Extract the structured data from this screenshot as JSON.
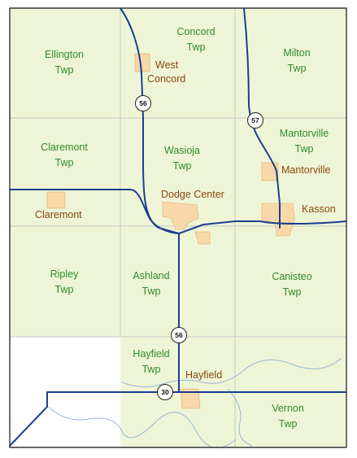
{
  "colors": {
    "township_fill": "#eef5d6",
    "grid_line": "#c8c8c8",
    "border": "#333333",
    "road": "#1a3f8f",
    "river": "#9ab4d8",
    "city_fill": "#f8d8a8",
    "township_text": "#2e8b2e",
    "city_text": "#8b4513"
  },
  "townships": [
    {
      "id": "concord",
      "name": "Concord",
      "suffix": "Twp"
    },
    {
      "id": "ellington",
      "name": "Ellington",
      "suffix": "Twp"
    },
    {
      "id": "milton",
      "name": "Milton",
      "suffix": "Twp"
    },
    {
      "id": "claremont",
      "name": "Claremont",
      "suffix": "Twp"
    },
    {
      "id": "wasioja",
      "name": "Wasioja",
      "suffix": "Twp"
    },
    {
      "id": "mantorville",
      "name": "Mantorville",
      "suffix": "Twp"
    },
    {
      "id": "ripley",
      "name": "Ripley",
      "suffix": "Twp"
    },
    {
      "id": "ashland",
      "name": "Ashland",
      "suffix": "Twp"
    },
    {
      "id": "canisteo",
      "name": "Canisteo",
      "suffix": "Twp"
    },
    {
      "id": "hayfield",
      "name": "Hayfield",
      "suffix": "Twp"
    },
    {
      "id": "vernon",
      "name": "Vernon",
      "suffix": "Twp"
    }
  ],
  "cities": [
    {
      "id": "west-concord",
      "line1": "West",
      "line2": "Concord"
    },
    {
      "id": "dodge-center",
      "name": "Dodge Center"
    },
    {
      "id": "mantorville",
      "name": "Mantorville"
    },
    {
      "id": "kasson",
      "name": "Kasson"
    },
    {
      "id": "claremont",
      "name": "Claremont"
    },
    {
      "id": "hayfield",
      "name": "Hayfield"
    }
  ],
  "highway_shields": [
    {
      "id": "hwy-56-north",
      "number": "56"
    },
    {
      "id": "hwy-57",
      "number": "57"
    },
    {
      "id": "hwy-56-south",
      "number": "56"
    },
    {
      "id": "hwy-30",
      "number": "30"
    }
  ]
}
